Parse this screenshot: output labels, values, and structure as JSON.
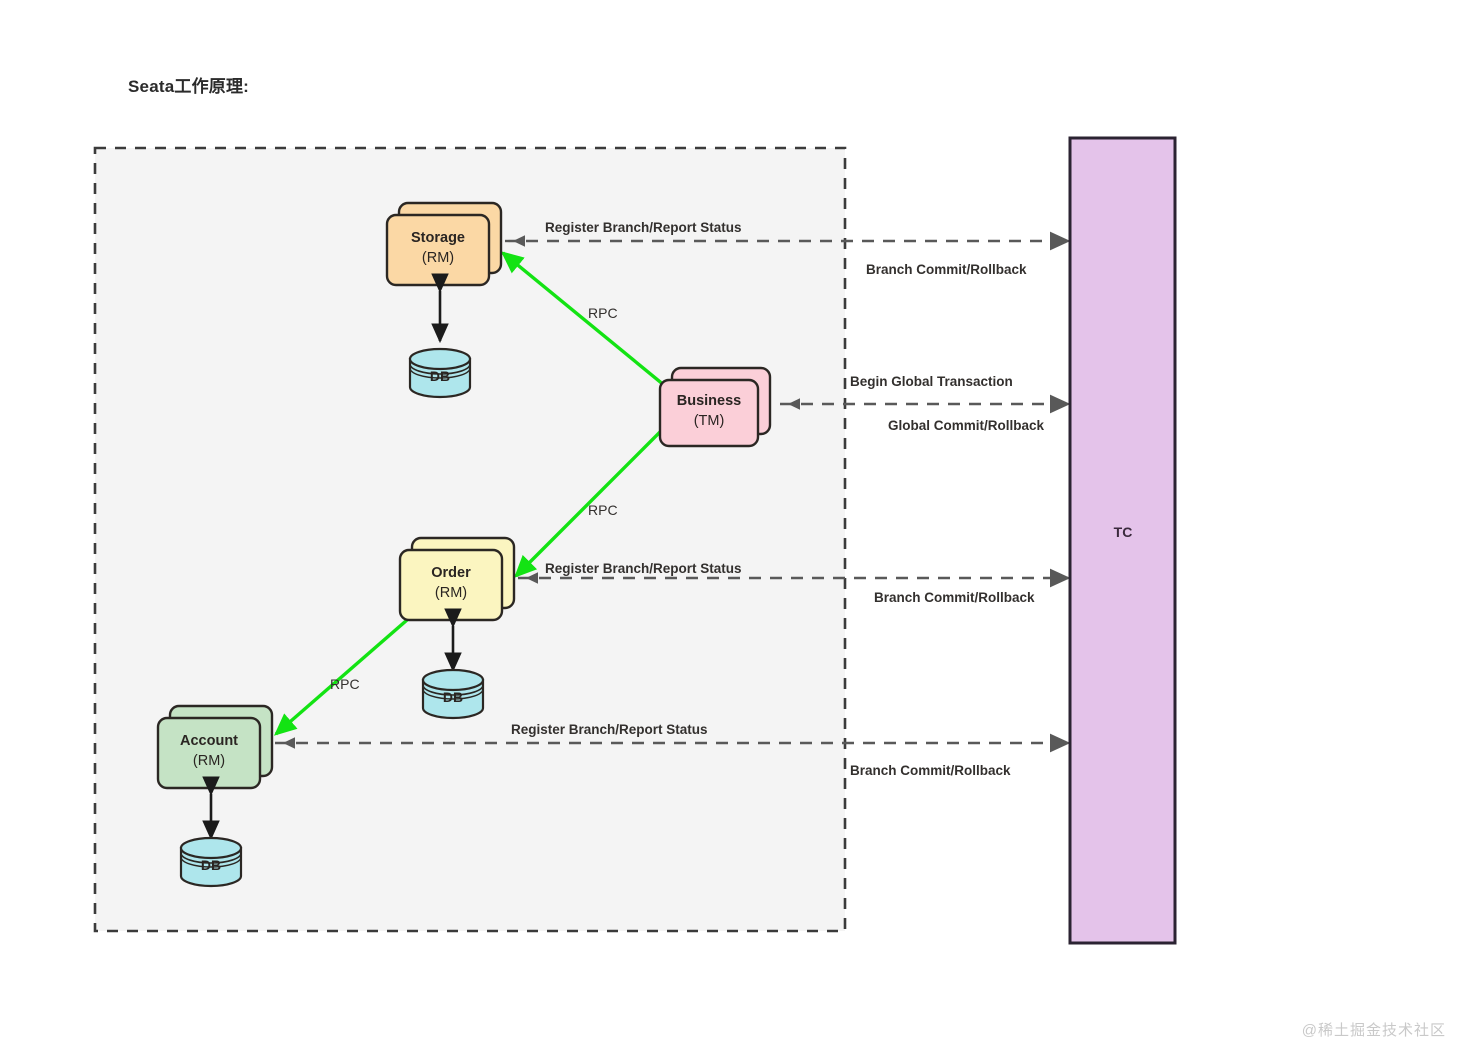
{
  "page": {
    "title": "Seata工作原理:",
    "watermark": "@稀土掘金技术社区"
  },
  "nodes": {
    "storage": {
      "name": "Storage",
      "role": "(RM)",
      "fill": "#fbd8a5",
      "stroke": "#2b2723"
    },
    "business": {
      "name": "Business",
      "role": "(TM)",
      "fill": "#fbcfd8",
      "stroke": "#2b2723"
    },
    "order": {
      "name": "Order",
      "role": "(RM)",
      "fill": "#fbf5c0",
      "stroke": "#2b2723"
    },
    "account": {
      "name": "Account",
      "role": "(RM)",
      "fill": "#c5e3c5",
      "stroke": "#2b2723"
    },
    "tc": {
      "name": "TC",
      "fill": "#e4c3ea",
      "stroke": "#2b2332"
    }
  },
  "databases": {
    "storage_db": {
      "label": "DB",
      "fill": "#aee6ec"
    },
    "order_db": {
      "label": "DB",
      "fill": "#aee6ec"
    },
    "account_db": {
      "label": "DB",
      "fill": "#aee6ec"
    }
  },
  "edges": {
    "rpc_storage": {
      "label": "RPC",
      "color": "#13e313"
    },
    "rpc_order": {
      "label": "RPC",
      "color": "#13e313"
    },
    "rpc_account": {
      "label": "RPC",
      "color": "#13e313"
    },
    "storage_tc_top": {
      "label": "Register Branch/Report Status"
    },
    "storage_tc_bottom": {
      "label": "Branch Commit/Rollback"
    },
    "business_tc_top": {
      "label": "Begin Global Transaction"
    },
    "business_tc_bottom": {
      "label": "Global Commit/Rollback"
    },
    "order_tc_top": {
      "label": "Register Branch/Report Status"
    },
    "order_tc_bottom": {
      "label": "Branch Commit/Rollback"
    },
    "account_tc_top": {
      "label": "Register Branch/Report Status"
    },
    "account_tc_bottom": {
      "label": "Branch Commit/Rollback"
    }
  },
  "container": {
    "fill": "#f4f4f4",
    "stroke": "#3b3b3b"
  }
}
